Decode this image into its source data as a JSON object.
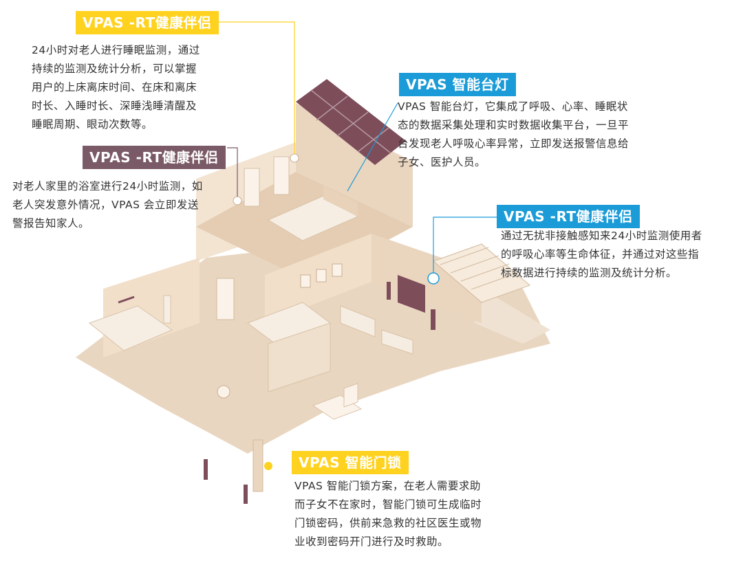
{
  "callouts": [
    {
      "title": "VPAS -RT健康伴侣",
      "text": "24小时对老人进行睡眠监测，通过\n持续的监测及统计分析，可以掌握\n用户的上床离床时间、在床和离床\n时长、入睡时长、深睡浅睡清醒及\n睡眠周期、眼动次数等。"
    },
    {
      "title": "VPAS -RT健康伴侣",
      "text": "对老人家里的浴室进行24小时监测，如\n老人突发意外情况，VPAS  会立即发送\n警报告知家人。"
    },
    {
      "title": "VPAS 智能台灯",
      "text": "VPAS 智能台灯，它集成了呼吸、心率、睡眠状\n态的数据采集处理和实时数据收集平台，一旦平\n台发现老人呼吸心率异常，立即发送报警信息给\n子女、医护人员。"
    },
    {
      "title": "VPAS -RT健康伴侣",
      "text": "通过无扰非接触感知来24小时监测使用者\n的呼吸心率等生命体征，并通过对这些指\n标数据进行持续的监测及统计分析。"
    },
    {
      "title": "VPAS 智能门锁",
      "text": "VPAS   智能门锁方案，在老人需要求助\n而子女不在家时，智能门锁可生成临时\n门锁密码，供前来急救的社区医生或物\n业收到密码开门进行及时救助。"
    }
  ],
  "colors": {
    "yellow": "#ffd21f",
    "purple": "#7a5a66",
    "blue": "#1b9bd7",
    "wall": "#f1dfca",
    "floor": "#e6cfb5"
  }
}
